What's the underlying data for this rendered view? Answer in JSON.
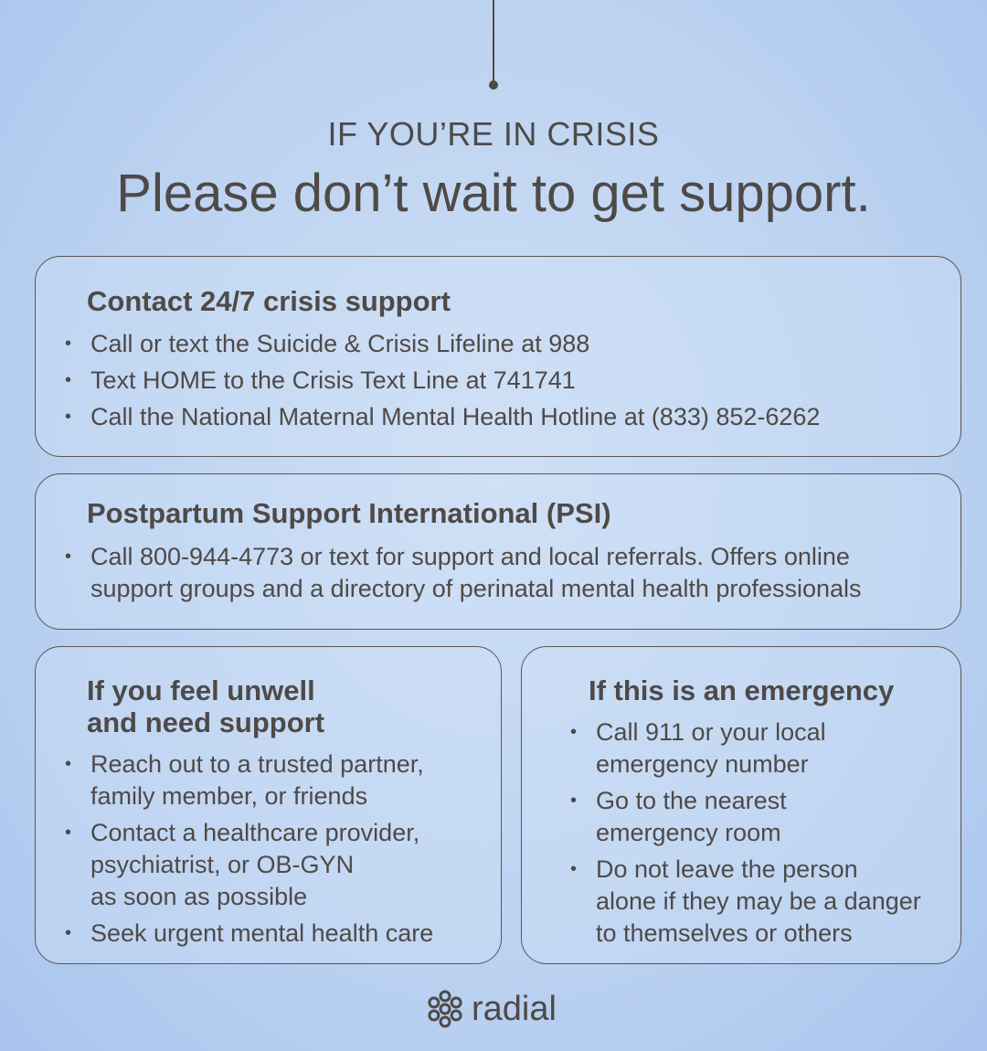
{
  "header": {
    "eyebrow": "IF YOU’RE IN CRISIS",
    "headline": "Please don’t wait to get support."
  },
  "crisis_card": {
    "title": "Contact 24/7 crisis support",
    "items": [
      "Call or text the Suicide & Crisis Lifeline at 988",
      "Text HOME to the Crisis Text Line at 741741",
      "Call the National Maternal Mental Health Hotline at (833) 852-6262"
    ]
  },
  "psi_card": {
    "title": "Postpartum Support International (PSI)",
    "items": [
      "Call 800-944-4773 or text for support and local referrals. Offers online\nsupport groups and a directory of perinatal mental health professionals"
    ]
  },
  "unwell_card": {
    "title": "If you feel unwell\nand need support",
    "items": [
      "Reach out to a trusted partner,\nfamily member, or friends",
      "Contact a healthcare provider,\npsychiatrist, or OB-GYN\nas soon as possible",
      "Seek urgent mental health care"
    ]
  },
  "emergency_card": {
    "title": "If this is an emergency",
    "items": [
      "Call 911 or your local\nemergency number",
      "Go to the nearest\nemergency room",
      "Do not leave the person\nalone if they may be a danger\nto themselves or others"
    ]
  },
  "footer": {
    "logo_text": "radial",
    "logo_icon": "radial-flower-logo"
  }
}
